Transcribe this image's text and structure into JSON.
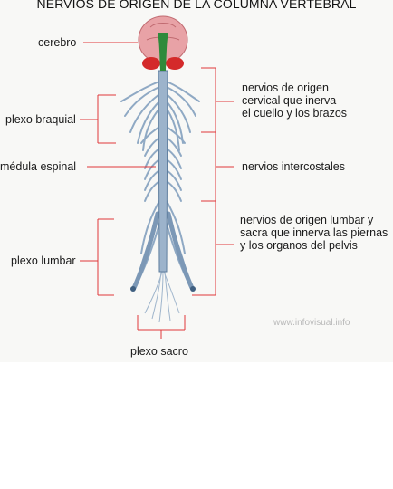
{
  "title": "NERVIOS DE ORIGEN DE LA COLUMNA VERTEBRAL",
  "labels": {
    "cerebro": "cerebro",
    "plexo_braquial": "plexo braquial",
    "medula_espinal": "médula espinal",
    "plexo_lumbar": "plexo lumbar",
    "plexo_sacro": "plexo sacro",
    "cervical": [
      "nervios de origen",
      "cervical que inerva",
      "el cuello y los brazos"
    ],
    "intercostales": "nervios intercostales",
    "lumbar_sacra": [
      "nervios de origen lumbar y",
      "sacra que innerva las piernas",
      "y los organos del pelvis"
    ]
  },
  "watermark": "www.infovisual.info",
  "colors": {
    "leader_line": "#e0383b",
    "nerve": "#8fa9c4",
    "nerve_edge": "#5f7e9e",
    "brain": "#e8a2a6",
    "cerebellum": "#d42a2a",
    "brainstem": "#2f8a3b"
  }
}
